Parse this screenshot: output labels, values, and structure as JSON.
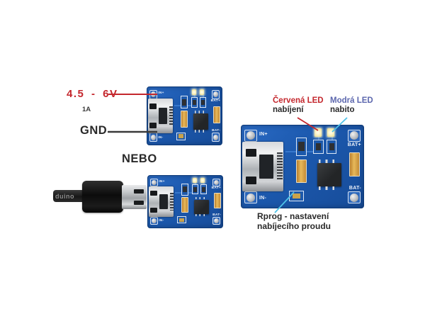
{
  "colors": {
    "red": "#c4272d",
    "blue": "#5c67ae",
    "cyan": "#4fc3e8",
    "dark_line": "#3a3a3a"
  },
  "left_annotations": {
    "voltage": "4.5 - 6V",
    "current": "1A",
    "ground": "GND",
    "or_label": "NEBO"
  },
  "cable": {
    "watermark": "duino"
  },
  "pcb": {
    "in_plus": "IN+",
    "in_minus": "IN-",
    "bat_plus": "BAT+",
    "bat_minus": "BAT-"
  },
  "right_annotations": {
    "red_led_title": "Červená LED",
    "red_led_sub": "nabíjení",
    "blue_led_title": "Modrá LED",
    "blue_led_sub": "nabito",
    "rprog_line1": "Rprog - nastavení",
    "rprog_line2": "nabíjecího proudu"
  }
}
